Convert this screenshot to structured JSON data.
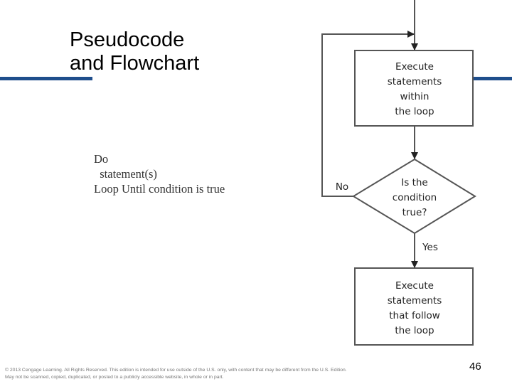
{
  "title": {
    "line1": "Pseudocode",
    "line2": "and Flowchart"
  },
  "pseudocode": [
    "Do",
    "  statement(s)",
    "Loop Until condition is true"
  ],
  "flowchart": {
    "box1": [
      "Execute",
      "statements",
      "within",
      "the loop"
    ],
    "decision": [
      "Is the",
      "condition",
      "true?"
    ],
    "no_label": "No",
    "yes_label": "Yes",
    "box2": [
      "Execute",
      "statements",
      "that follow",
      "the loop"
    ]
  },
  "footer": {
    "line1": "© 2013 Cengage Learning. All Rights Reserved. This edition is intended for use outside of the U.S. only, with content that may be different from the U.S. Edition.",
    "line2": "May not be scanned, copied, duplicated, or posted to a publicly accessible website, in whole or in part."
  },
  "page_number": "46",
  "colors": {
    "accent": "#1f4e8c"
  }
}
